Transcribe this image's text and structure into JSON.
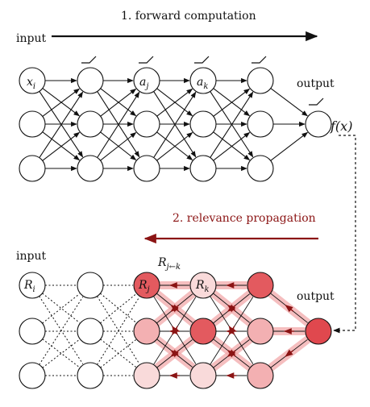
{
  "top": {
    "input_label": "input",
    "arrow_label": "1. forward computation",
    "output_label": "output",
    "fx_label": "f(x)",
    "node_labels": {
      "xi": "x",
      "xi_sub": "i",
      "aj": "a",
      "aj_sub": "j",
      "ak": "a",
      "ak_sub": "k"
    }
  },
  "bottom": {
    "input_label": "input",
    "arrow_label": "2. relevance propagation",
    "output_label": "output",
    "rjk_label": "R",
    "rjk_sub": "j←k",
    "node_labels": {
      "ri": "R",
      "ri_sub": "i",
      "rj": "R",
      "rj_sub": "j",
      "rk": "R",
      "rk_sub": "k"
    }
  },
  "colors": {
    "ink": "#111111",
    "relevance_dark": "#8b1414",
    "relevance_band": "#f2a9aa",
    "relevance_strong": "#e35a5f",
    "relevance_medium": "#f3b0b2",
    "relevance_light": "#f9dada"
  }
}
